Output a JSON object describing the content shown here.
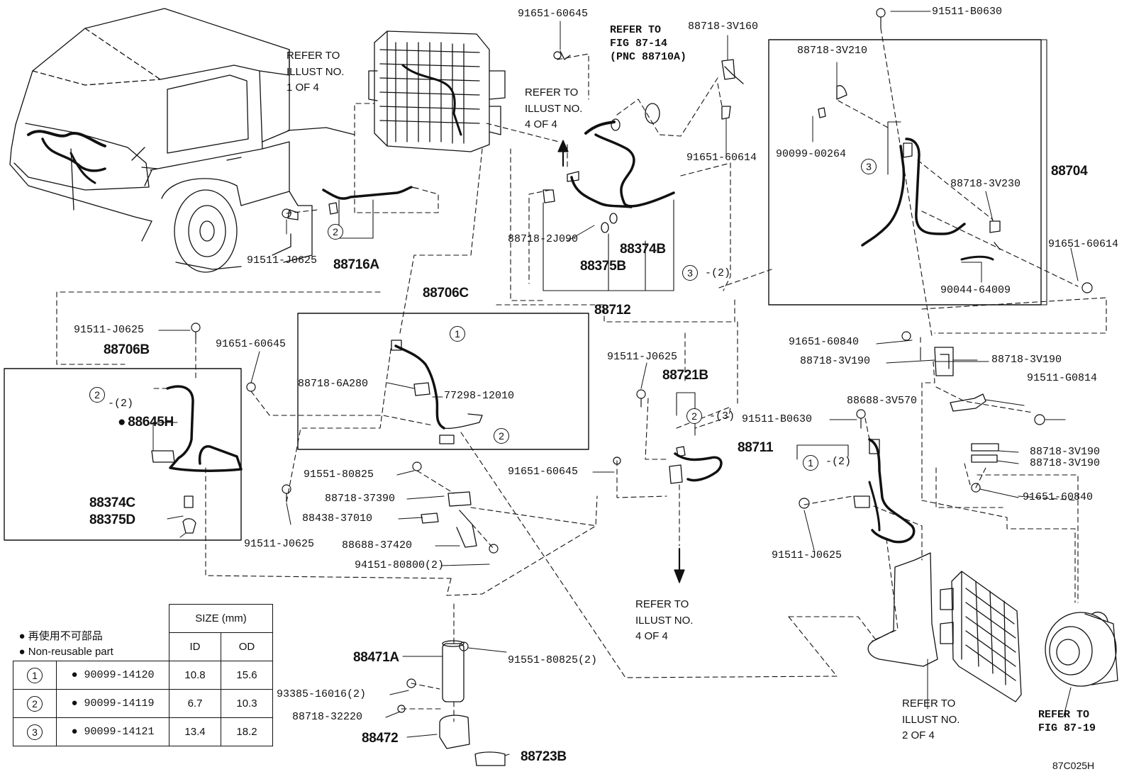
{
  "colors": {
    "ink": "#111111",
    "background": "#ffffff"
  },
  "figure_id": "87C025H",
  "refers": {
    "r1": "REFER TO\nILLUST NO.\n1 OF 4",
    "r2": "REFER TO\nILLUST NO.\n4 OF 4",
    "r3": "REFER TO\nFIG 87-14\n(PNC 88710A)",
    "r4": "REFER TO\nILLUST NO.\n4 OF 4",
    "r5": "REFER TO\nILLUST NO.\n2 OF 4",
    "r6": "REFER TO\nFIG 87-19"
  },
  "labels": {
    "p_91651_60645_a": "91651-60645",
    "p_88718_3V160": "88718-3V160",
    "p_91511_B0630_a": "91511-B0630",
    "p_88718_3V210": "88718-3V210",
    "p_90099_00264": "90099-00264",
    "p_88704": "88704",
    "p_88718_3V230": "88718-3V230",
    "p_91651_60614_a": "91651-60614",
    "p_91651_60614_b": "91651-60614",
    "p_90044_64009": "90044-64009",
    "p_88718_2J090": "88718-2J090",
    "p_88374B": "88374B",
    "p_88375B": "88375B",
    "p_88712": "88712",
    "q3_2": "-(2)",
    "p_91511_J0625_a": "91511-J0625",
    "p_88716A": "88716A",
    "p_88706C": "88706C",
    "p_91511_J0625_b": "91511-J0625",
    "p_88706B": "88706B",
    "p_91651_60645_b": "91651-60645",
    "p_88718_6A280": "88718-6A280",
    "p_77298_12010": "77298-12010",
    "q2_2": "-(2)",
    "p_88645H": "88645H",
    "p_88374C": "88374C",
    "p_88375D": "88375D",
    "p_91651_60840_a": "91651-60840",
    "p_88718_3V190_a": "88718-3V190",
    "p_88718_3V190_b": "88718-3V190",
    "p_91511_J0625_c": "91511-J0625",
    "p_88721B": "88721B",
    "q2_3": "-(3)",
    "p_91511_G0814": "91511-G0814",
    "p_88688_3V570": "88688-3V570",
    "p_91511_B0630_b": "91511-B0630",
    "p_88711": "88711",
    "q1_2": "-(2)",
    "p_88718_3V190_c": "88718-3V190",
    "p_88718_3V190_d": "88718-3V190",
    "p_91651_60645_c": "91651-60645",
    "p_91651_60840_b": "91651-60840",
    "p_91551_80825_a": "91551-80825",
    "p_88718_37390": "88718-37390",
    "p_88438_37010": "88438-37010",
    "p_88688_37420": "88688-37420",
    "p_94151_80800": "94151-80800(2)",
    "p_91511_J0625_d": "91511-J0625",
    "p_91511_J0625_e": "91511-J0625",
    "p_88471A": "88471A",
    "p_91551_80825_b": "91551-80825(2)",
    "p_93385_16016": "93385-16016(2)",
    "p_88718_32220": "88718-32220",
    "p_88472": "88472",
    "p_88723B": "88723B"
  },
  "legend": {
    "nonreusable_jp": "再使用不可部品",
    "nonreusable_en": "Non-reusable part",
    "size_header": "SIZE (mm)",
    "id_header": "ID",
    "od_header": "OD",
    "rows": [
      {
        "num": "1",
        "part": "90099-14120",
        "id": "10.8",
        "od": "15.6"
      },
      {
        "num": "2",
        "part": "90099-14119",
        "id": "6.7",
        "od": "10.3"
      },
      {
        "num": "3",
        "part": "90099-14121",
        "id": "13.4",
        "od": "18.2"
      }
    ]
  },
  "circle_refs": {
    "one": "1",
    "two": "2",
    "three": "3"
  }
}
